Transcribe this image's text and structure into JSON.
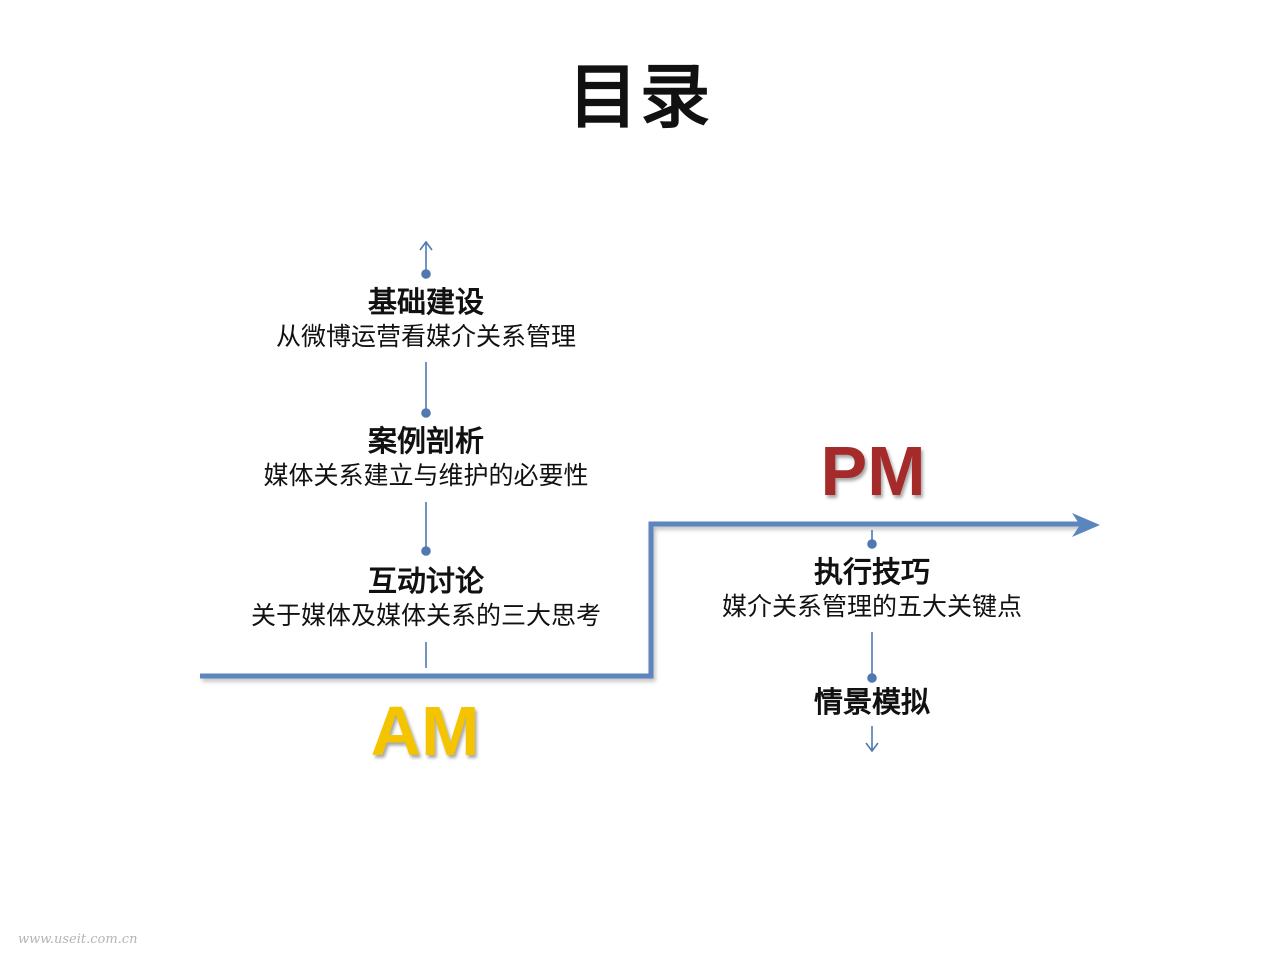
{
  "title": "目录",
  "am": {
    "label": "AM",
    "items": [
      {
        "title": "基础建设",
        "subtitle": "从微博运营看媒介关系管理"
      },
      {
        "title": "案例剖析",
        "subtitle": "媒体关系建立与维护的必要性"
      },
      {
        "title": "互动讨论",
        "subtitle": "关于媒体及媒体关系的三大思考"
      }
    ]
  },
  "pm": {
    "label": "PM",
    "items": [
      {
        "title": "执行技巧",
        "subtitle": "媒介关系管理的五大关键点"
      },
      {
        "title": "情景模拟"
      }
    ]
  },
  "watermark": "www.useit.com.cn",
  "colors": {
    "am_label": "#f5c400",
    "pm_label": "#a52a2a",
    "line": "#5b86bd",
    "connector": "#4f79b0",
    "watermark": "#b4b4b4"
  }
}
